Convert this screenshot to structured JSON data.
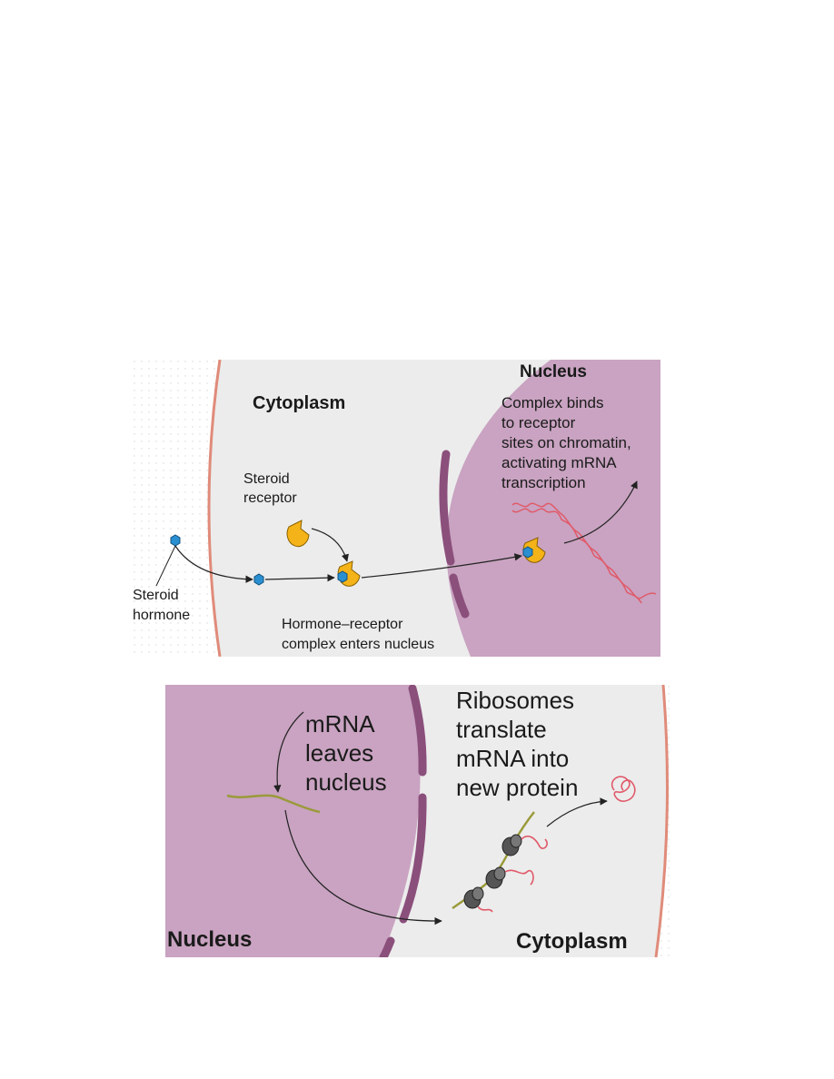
{
  "panel_top": {
    "labels": {
      "cytoplasm": "Cytoplasm",
      "nucleus": "Nucleus",
      "complex_binds": [
        "Complex binds",
        "to receptor",
        "sites on chromatin,",
        "activating mRNA",
        "transcription"
      ],
      "steroid_receptor": [
        "Steroid",
        "receptor"
      ],
      "steroid_hormone": [
        "Steroid",
        "hormone"
      ],
      "hormone_receptor": [
        "Hormone–receptor",
        "complex enters nucleus"
      ]
    }
  },
  "panel_bottom": {
    "labels": {
      "mrna_leaves": [
        "mRNA",
        "leaves",
        "nucleus"
      ],
      "ribosomes": [
        "Ribosomes",
        "translate",
        "mRNA into",
        "new protein"
      ],
      "nucleus": "Nucleus",
      "cytoplasm": "Cytoplasm"
    }
  },
  "colors": {
    "cytoplasm_bg": "#ececec",
    "nucleus_bg": "#c9a3c1",
    "membrane": "#e08b7a",
    "envelope": "#8b4f7c",
    "receptor": "#f4b318",
    "hormone": "#2a8fd0",
    "mrna": "#e05a6a",
    "mrna_strand": "#9a9a3a",
    "ribosome": "#555555"
  }
}
